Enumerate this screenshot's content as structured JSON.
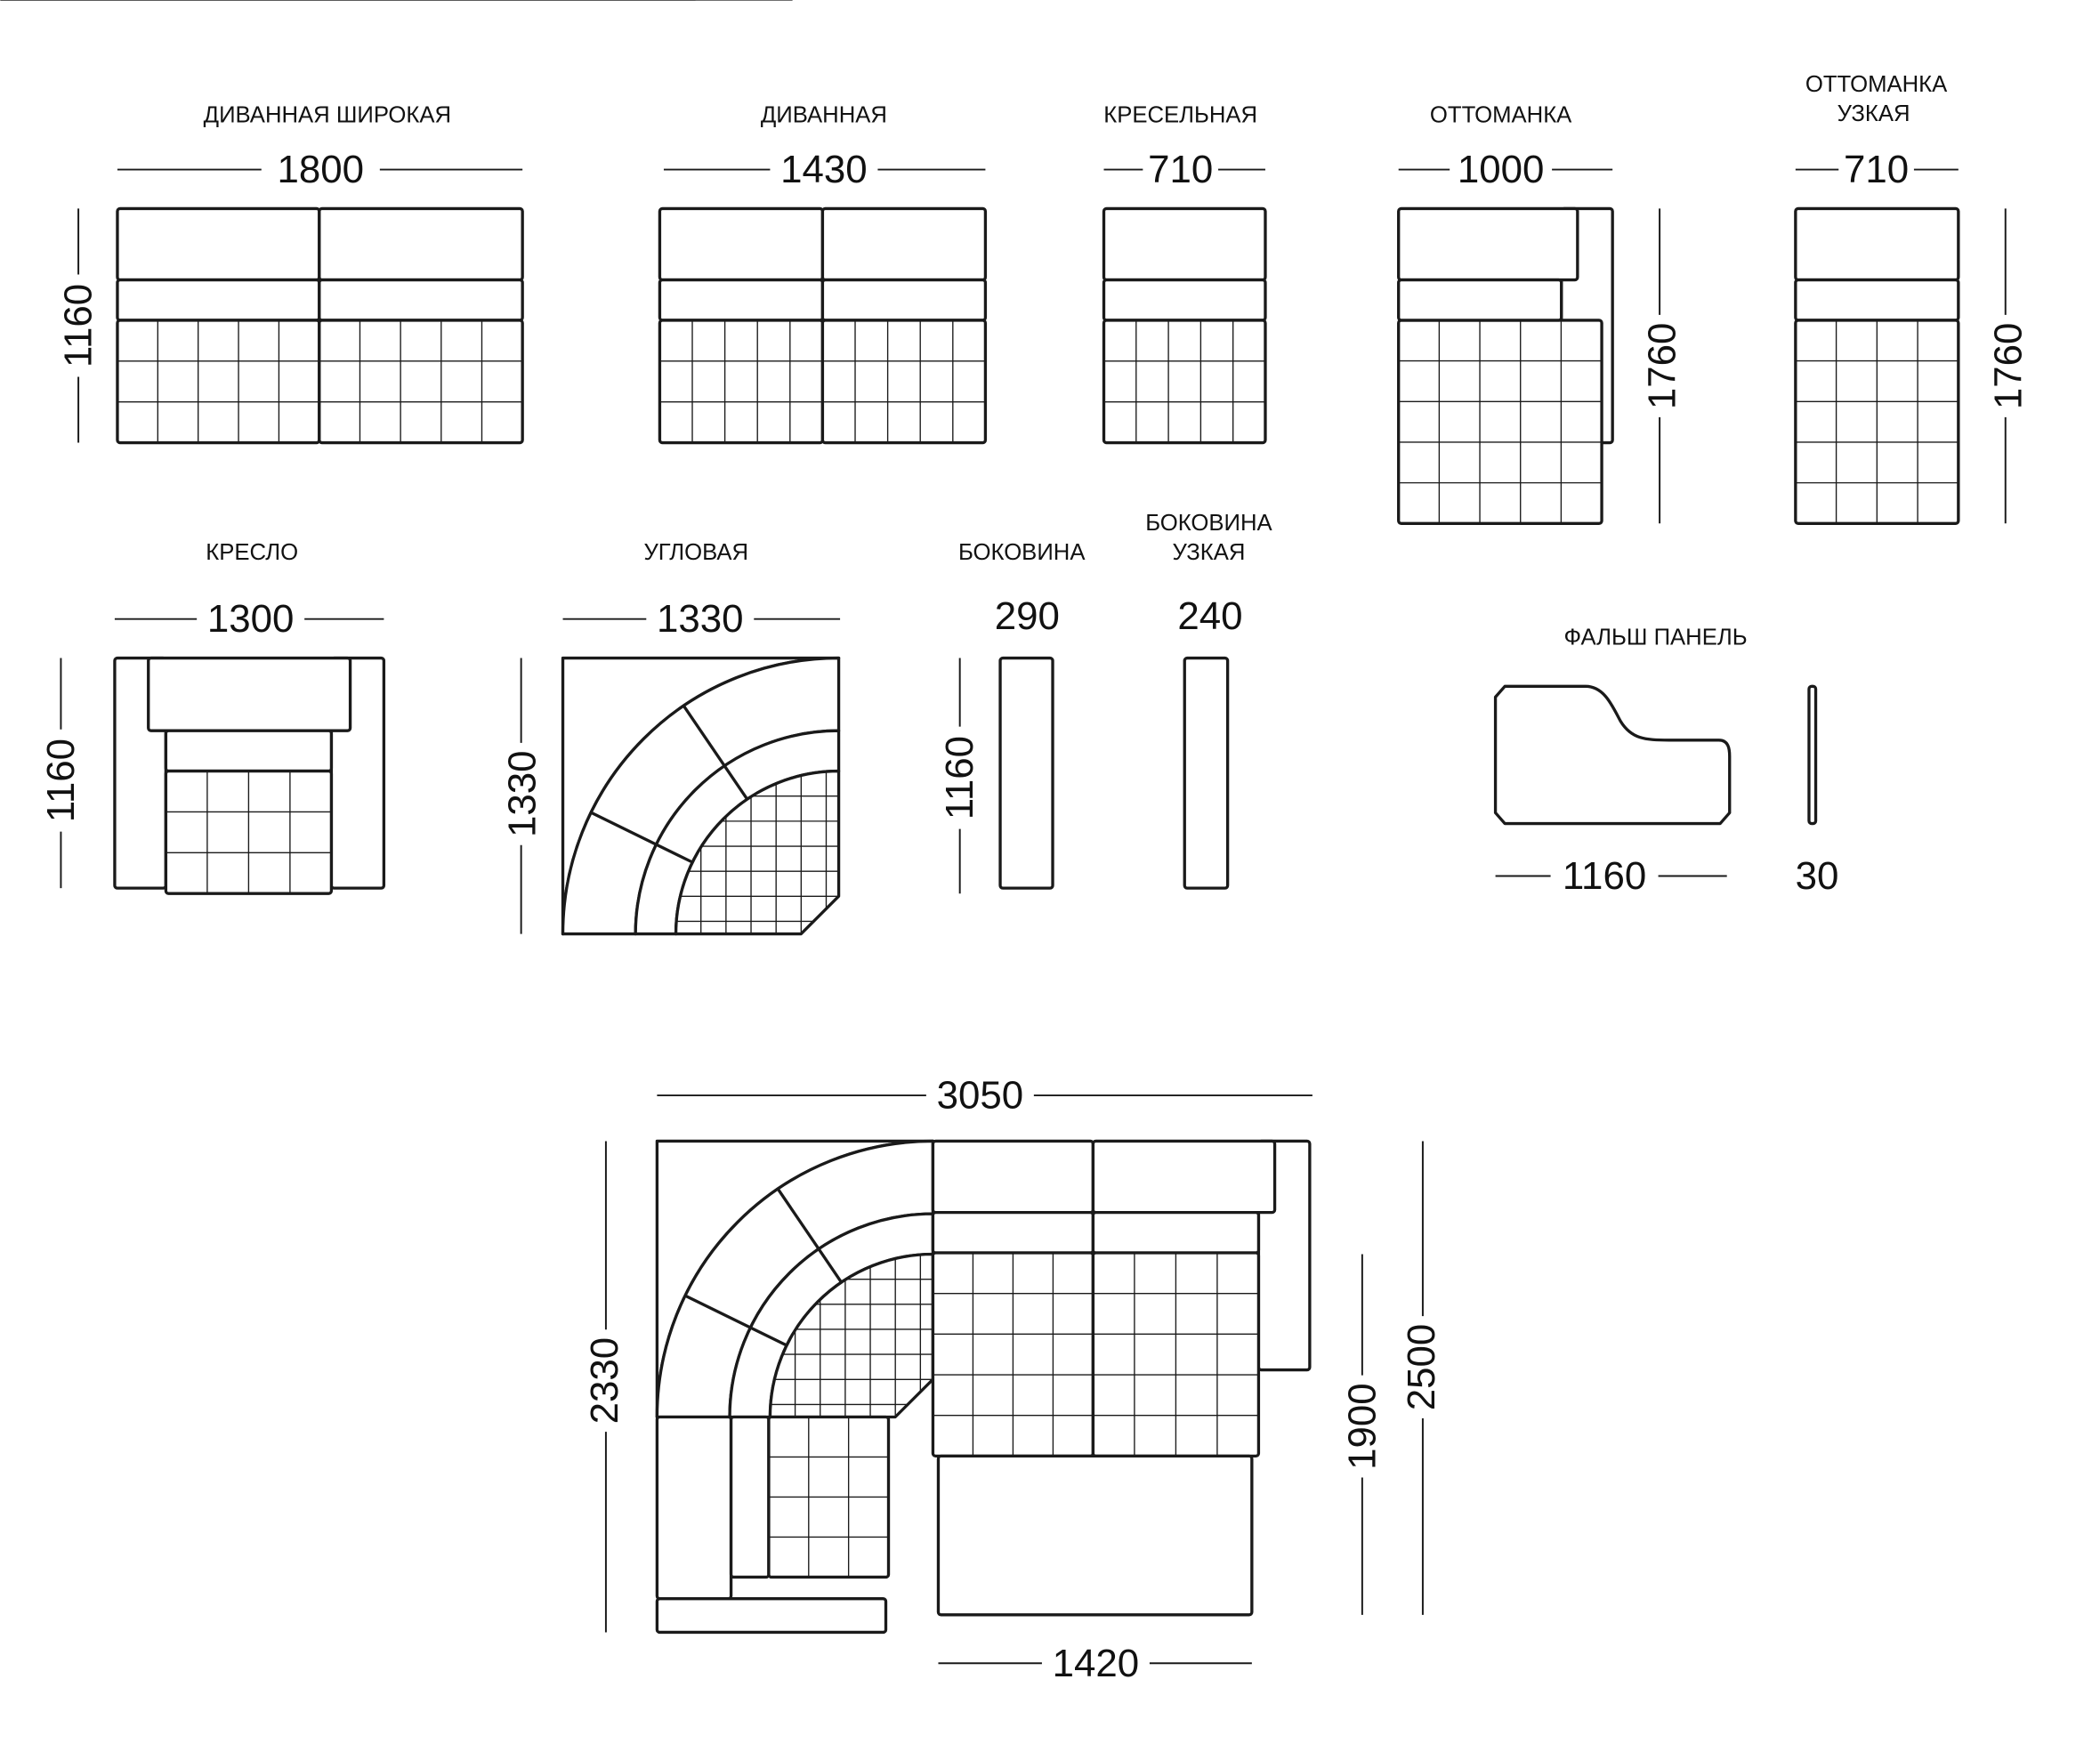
{
  "modules": {
    "divannaya_shirokaya": {
      "label": "ДИВАННАЯ ШИРОКАЯ",
      "width": "1800",
      "depth": "1160"
    },
    "divannaya": {
      "label": "ДИВАННАЯ",
      "width": "1430"
    },
    "kreselnaya": {
      "label": "КРЕСЕЛЬНАЯ",
      "width": "710"
    },
    "ottomanka": {
      "label": "ОТТОМАНКА",
      "width": "1000",
      "depth": "1760"
    },
    "ottomanka_uzkaya": {
      "label_line1": "ОТТОМАНКА",
      "label_line2": "УЗКАЯ",
      "width": "710",
      "depth": "1760"
    },
    "kreslo": {
      "label": "КРЕСЛО",
      "width": "1300",
      "depth": "1160"
    },
    "uglovaya": {
      "label": "УГЛОВАЯ",
      "width": "1330",
      "depth": "1330"
    },
    "bokovina": {
      "label": "БОКОВИНА",
      "width": "290",
      "depth": "1160"
    },
    "bokovina_uzkaya": {
      "label_line1": "БОКОВИНА",
      "label_line2": "УЗКАЯ",
      "width": "240"
    },
    "falsh_panel": {
      "label": "ФАЛЬШ ПАНЕЛЬ",
      "length": "1160",
      "thickness": "30"
    }
  },
  "assembly": {
    "total_width": "3050",
    "left_depth": "2330",
    "right_depth": "2500",
    "bed_depth": "1900",
    "bed_width": "1420"
  }
}
